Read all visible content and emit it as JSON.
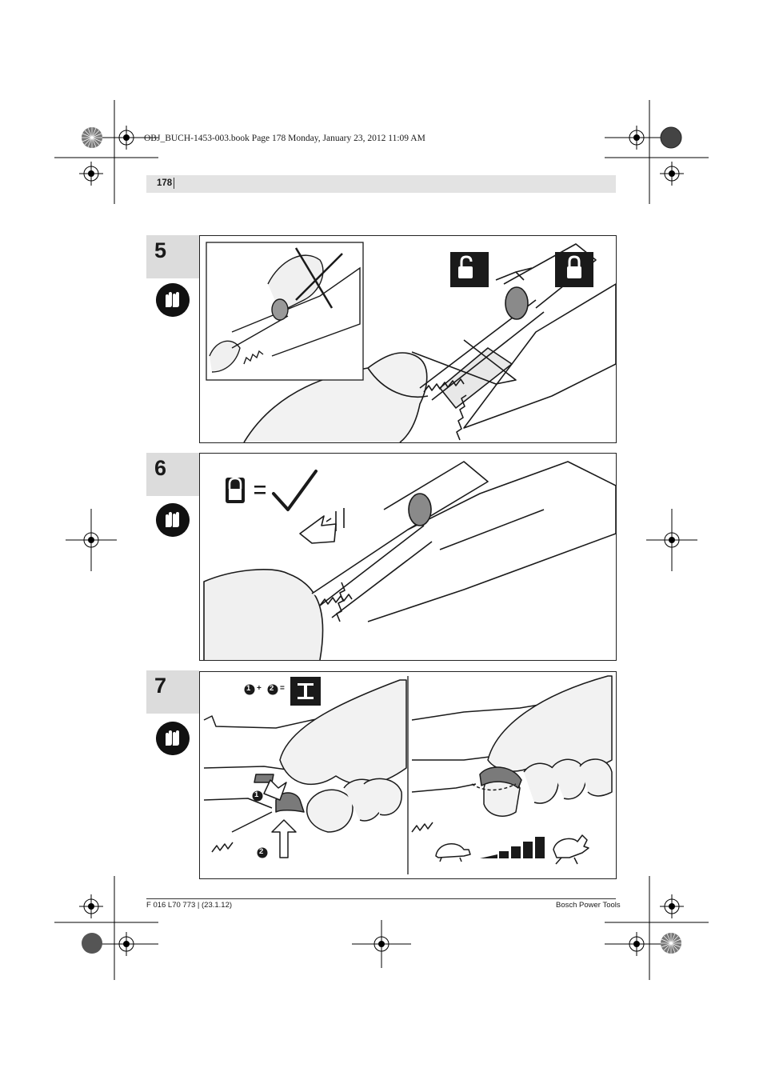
{
  "book_line": "OBJ_BUCH-1453-003.book  Page 178  Monday, January 23, 2012  11:09 AM",
  "page_number": "178",
  "steps": [
    {
      "number": "5",
      "icon": "gloves-icon"
    },
    {
      "number": "6",
      "icon": "gloves-icon"
    },
    {
      "number": "7",
      "icon": "gloves-icon"
    }
  ],
  "step7_formula": {
    "one": "1",
    "plus": "+",
    "two": "2",
    "equals": "=",
    "symbol": "I"
  },
  "step7_markers": {
    "one": "1",
    "two": "2"
  },
  "footer": {
    "left": "F 016 L70 773 | (23.1.12)",
    "right": "Bosch Power Tools"
  },
  "colors": {
    "tab_gray": "#dcdcdc",
    "header_gray": "#e3e3e3",
    "ink": "#1a1a1a",
    "hand_fill": "#f0f0f0",
    "ring_gray": "#7a7a7a"
  }
}
